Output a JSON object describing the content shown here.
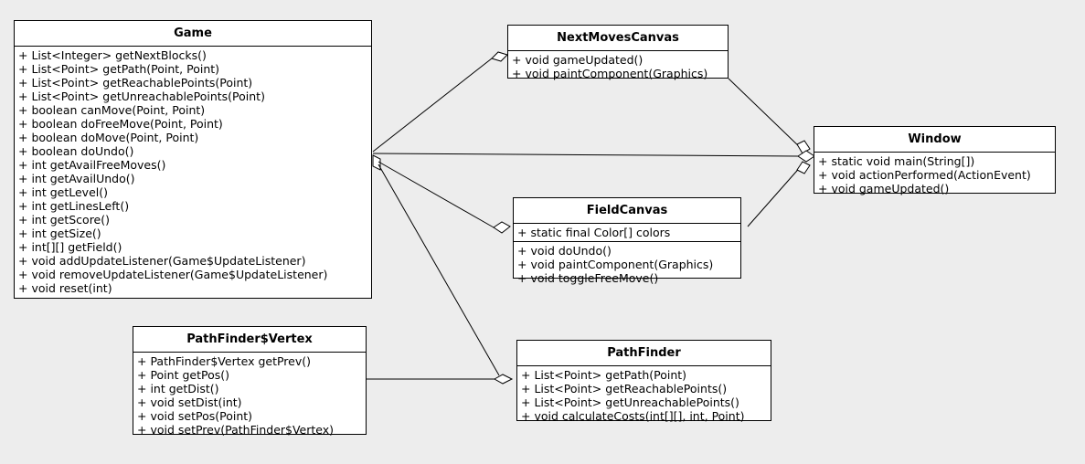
{
  "diagram": {
    "type": "uml-class-diagram",
    "background_color": "#ededed",
    "line_color": "#000000",
    "class_fill_color": "#ffffff",
    "classes": [
      {
        "id": "game",
        "name": "Game",
        "attributes": [],
        "methods": [
          "+ List<Integer> getNextBlocks()",
          "+ List<Point> getPath(Point, Point)",
          "+ List<Point> getReachablePoints(Point)",
          "+ List<Point> getUnreachablePoints(Point)",
          "+ boolean canMove(Point, Point)",
          "+ boolean doFreeMove(Point, Point)",
          "+ boolean doMove(Point, Point)",
          "+ boolean doUndo()",
          "+ int getAvailFreeMoves()",
          "+ int getAvailUndo()",
          "+ int getLevel()",
          "+ int getLinesLeft()",
          "+ int getScore()",
          "+ int getSize()",
          "+ int[][] getField()",
          "+ void addUpdateListener(Game$UpdateListener)",
          "+ void removeUpdateListener(Game$UpdateListener)",
          "+ void reset(int)"
        ]
      },
      {
        "id": "nextmovescanvas",
        "name": "NextMovesCanvas",
        "attributes": [],
        "methods": [
          "+ void gameUpdated()",
          "+ void paintComponent(Graphics)"
        ]
      },
      {
        "id": "window",
        "name": "Window",
        "attributes": [],
        "methods": [
          "+ static void main(String[])",
          "+ void actionPerformed(ActionEvent)",
          "+ void gameUpdated()"
        ]
      },
      {
        "id": "fieldcanvas",
        "name": "FieldCanvas",
        "attributes": [
          "+ static final Color[] colors"
        ],
        "methods": [
          "+ void doUndo()",
          "+ void paintComponent(Graphics)",
          "+ void toggleFreeMove()"
        ]
      },
      {
        "id": "pathfindervertex",
        "name": "PathFinder$Vertex",
        "attributes": [],
        "methods": [
          "+ PathFinder$Vertex getPrev()",
          "+ Point getPos()",
          "+ int getDist()",
          "+ void setDist(int)",
          "+ void setPos(Point)",
          "+ void setPrev(PathFinder$Vertex)"
        ]
      },
      {
        "id": "pathfinder",
        "name": "PathFinder",
        "attributes": [],
        "methods": [
          "+ List<Point> getPath(Point)",
          "+ List<Point> getReachablePoints()",
          "+ List<Point> getUnreachablePoints()",
          "+ void calculateCosts(int[][], int, Point)"
        ]
      }
    ],
    "relationships": [
      {
        "from": "nextmovescanvas",
        "to": "game",
        "kind": "aggregation"
      },
      {
        "from": "window",
        "to": "game",
        "kind": "aggregation"
      },
      {
        "from": "game",
        "to": "fieldcanvas",
        "kind": "aggregation"
      },
      {
        "from": "game",
        "to": "pathfinder",
        "kind": "aggregation"
      },
      {
        "from": "window",
        "to": "nextmovescanvas",
        "kind": "aggregation"
      },
      {
        "from": "window",
        "to": "fieldcanvas",
        "kind": "aggregation"
      },
      {
        "from": "pathfindervertex",
        "to": "pathfinder",
        "kind": "aggregation"
      }
    ]
  }
}
